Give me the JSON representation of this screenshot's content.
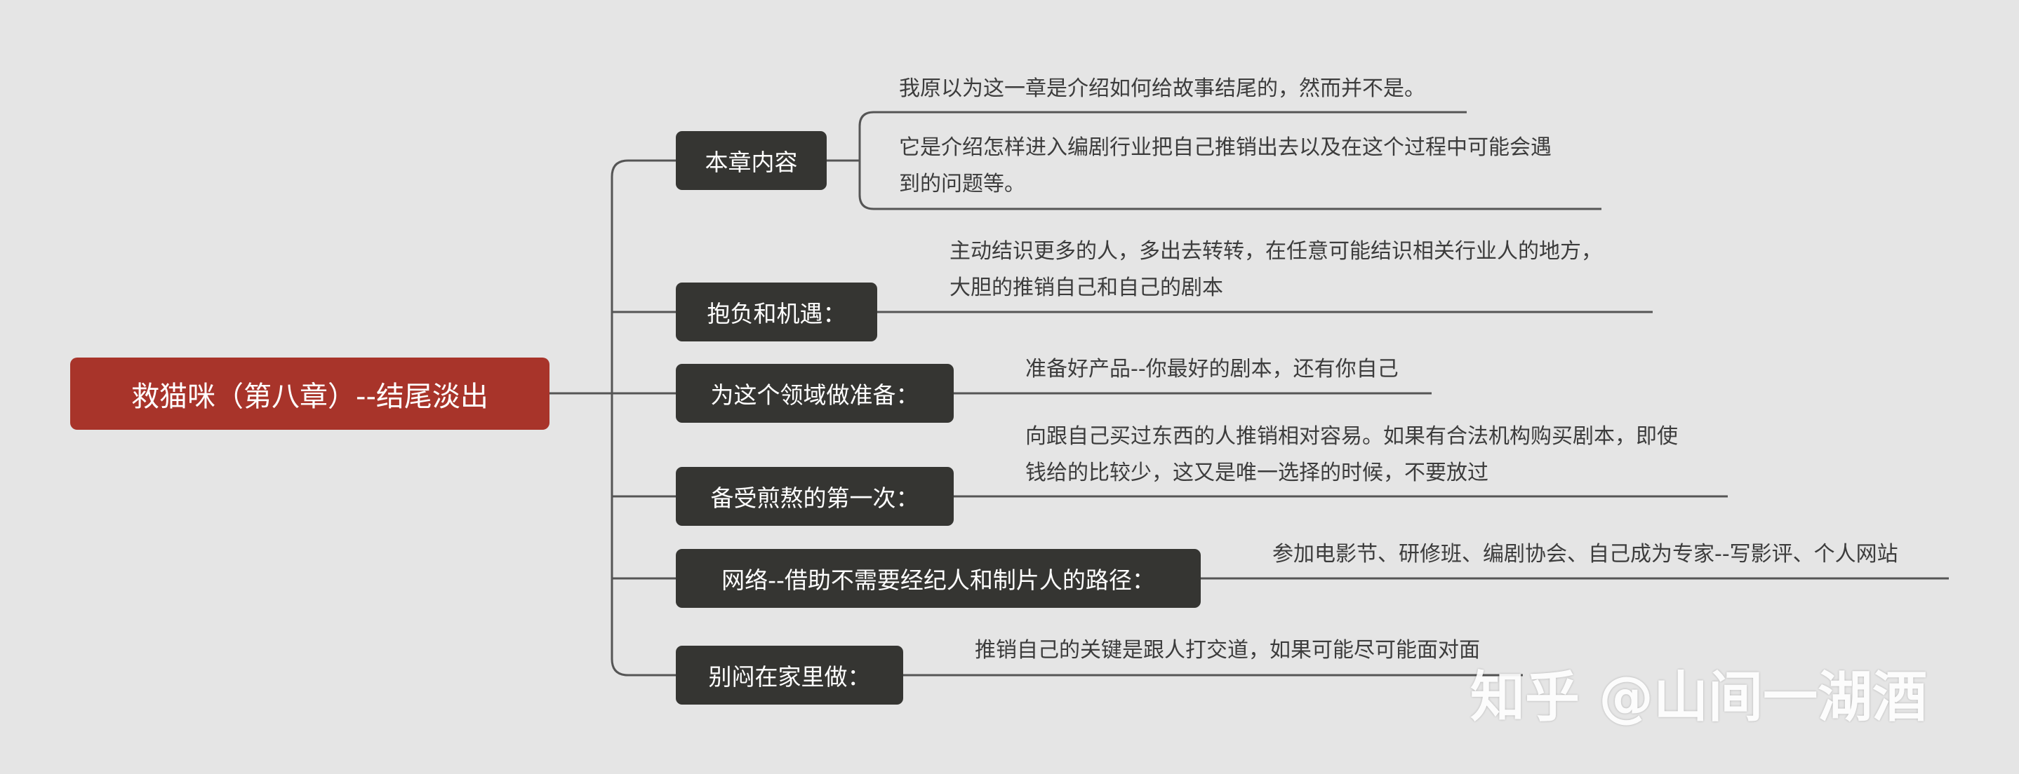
{
  "root": {
    "label": "救猫咪（第八章）--结尾淡出"
  },
  "branches": [
    {
      "label": "本章内容",
      "leaves": [
        "我原以为这一章是介绍如何给故事结尾的，然而并不是。",
        "它是介绍怎样进入编剧行业把自己推销出去以及在这个过程中可能会遇",
        "到的问题等。"
      ]
    },
    {
      "label": "抱负和机遇：",
      "leaves": [
        "主动结识更多的人，多出去转转，在任意可能结识相关行业人的地方，",
        "大胆的推销自己和自己的剧本"
      ]
    },
    {
      "label": "为这个领域做准备：",
      "leaves": [
        "准备好产品--你最好的剧本，还有你自己"
      ]
    },
    {
      "label": "备受煎熬的第一次：",
      "leaves": [
        "向跟自己买过东西的人推销相对容易。如果有合法机构购买剧本，即使",
        "钱给的比较少，这又是唯一选择的时候，不要放过"
      ]
    },
    {
      "label": "网络--借助不需要经纪人和制片人的路径：",
      "leaves": [
        "参加电影节、研修班、编剧协会、自己成为专家--写影评、个人网站"
      ]
    },
    {
      "label": "别闷在家里做：",
      "leaves": [
        "推销自己的关键是跟人打交道，如果可能尽可能面对面"
      ]
    }
  ],
  "watermark": "知乎 @山间一湖酒",
  "colors": {
    "background": "#e5e5e5",
    "root": "#a8342a",
    "branch": "#353532",
    "line": "#555555",
    "leaf_text": "#3c3c3c"
  }
}
